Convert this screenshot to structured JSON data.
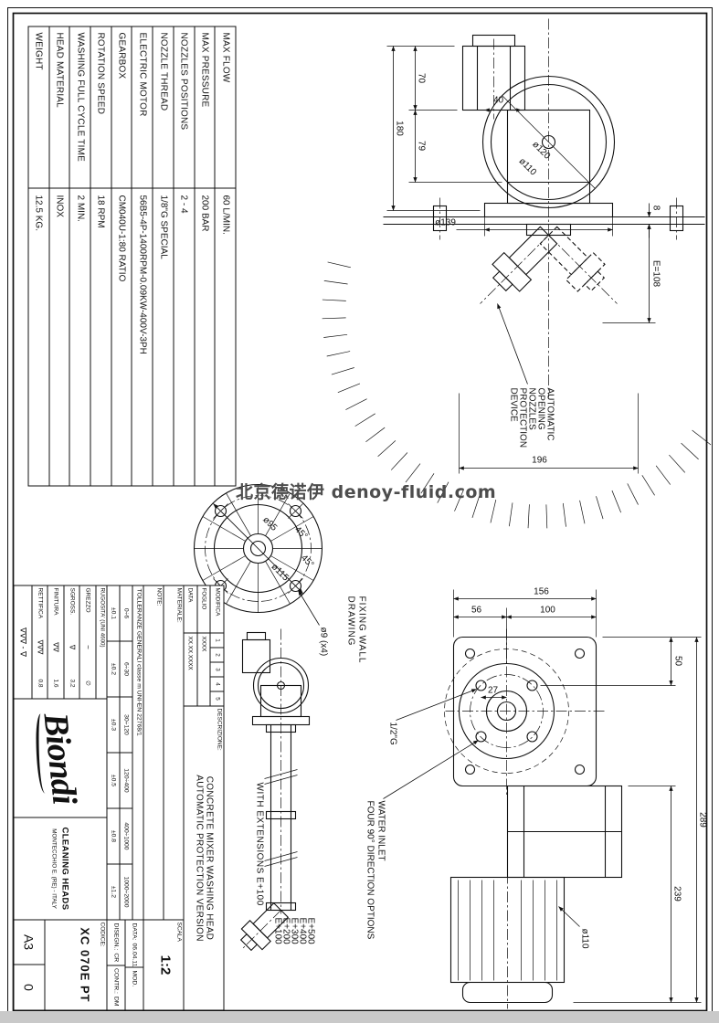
{
  "watermark": {
    "text": "北京德诺伊 denoy-fluid.com"
  },
  "spec_table": {
    "rows": [
      {
        "label": "MAX FLOW",
        "value": "60 L/MIN."
      },
      {
        "label": "MAX PRESSURE",
        "value": "200 BAR"
      },
      {
        "label": "NOZZLES POSITIONS",
        "value": "2 - 4"
      },
      {
        "label": "NOZZLE THREAD",
        "value": "1/8\"G SPECIAL"
      },
      {
        "label": "ELECTRIC MOTOR",
        "value": "56B5-4P-1400RPM-0.09KW-400V-3PH"
      },
      {
        "label": "GEARBOX",
        "value": "CM040U-1:80 RATIO"
      },
      {
        "label": "ROTATION SPEED",
        "value": "18 RPM"
      },
      {
        "label": "WASHING FULL CYCLE TIME",
        "value": "2 MIN."
      },
      {
        "label": "HEAD MATERIAL",
        "value": "INOX"
      },
      {
        "label": "WEIGHT",
        "value": "12.5 KG."
      }
    ]
  },
  "views": {
    "main": {
      "dims": {
        "d8": "8",
        "e108": "E=108",
        "d70": "70",
        "d79": "79",
        "d180": "180",
        "d40": "40",
        "d120": "ø120",
        "d110": "ø110",
        "d139": "ø139",
        "d196": "196"
      },
      "note": [
        "AUTOMATIC",
        "OPENING",
        "NOZZLES",
        "PROTECTION",
        "DEVICE"
      ]
    },
    "flange": {
      "dims": {
        "d95": "ø95",
        "d115": "ø115",
        "a1": "45°",
        "a2": "45°",
        "holes": "ø9 (x4)"
      },
      "label": [
        "FIXING WALL",
        "DRAWING"
      ]
    },
    "extensions": {
      "label": "WITH EXTENSIONS E+100",
      "options": [
        "E+500",
        "E+400",
        "E+300",
        "E+200",
        "E+100"
      ]
    },
    "rear": {
      "dims": {
        "d289": "289",
        "d239": "239",
        "d50": "50",
        "d156": "156",
        "d100": "100",
        "d56": "56",
        "d27": "27",
        "thread": "1/2\"G",
        "d110": "ø110"
      },
      "note": [
        "WATER INLET",
        "FOUR 90° DIRECTION OPTIONS"
      ]
    }
  },
  "title_block": {
    "revision": {
      "modifica": "MODIFICA",
      "foglio": "FOGLIO",
      "data": "DATA",
      "foglio_value": "XXXX",
      "data_value": "XX.XX.XXXX",
      "numbers": [
        "1",
        "2",
        "3",
        "4",
        "5"
      ]
    },
    "descrizione": {
      "label": "DESCRIZIONE:",
      "line1": "CONCRETE MIXER WASHING HEAD",
      "line2": "AUTOMATIC PROTECTION VERSION"
    },
    "materiale_label": "MATERIALE:",
    "note_label": "NOTE:",
    "tolerances": {
      "title": "TOLLERANZE GENERALI  classe m  UNI-EN 22768/1",
      "ranges": [
        "0÷6",
        "6÷30",
        "30÷120",
        "120÷400",
        "400÷1000",
        "1000÷2000"
      ],
      "values": [
        "±0.1",
        "±0.2",
        "±0.3",
        "±0.5",
        "±0.8",
        "±1.2"
      ]
    },
    "roughness": {
      "title": "RUGOSITA' (UNI 4600)",
      "rows": [
        {
          "name": "GREZZO",
          "mark": "~",
          "value": "∅"
        },
        {
          "name": "SGROSS.",
          "mark": "∇",
          "value": "3,2"
        },
        {
          "name": "FINITURA",
          "mark": "∇∇",
          "value": "1,6"
        },
        {
          "name": "RETTIFICA",
          "mark": "∇∇∇",
          "value": "0,8"
        }
      ],
      "corner": "∇∇∇ - ∇"
    },
    "logo": "Biondi",
    "company": {
      "line1": "CLEANING HEADS",
      "line2": "MONTECCHIO E. (RE) - ITALY"
    },
    "scala": {
      "label": "SCALA",
      "value": "1:2"
    },
    "data_row": {
      "label": "DATA:",
      "value": "06.04.11",
      "mod": "MOD."
    },
    "disegn_row": {
      "d_label": "DISEGN.:",
      "d_value": "CR",
      "c_label": "CONTR.:",
      "c_value": "DM"
    },
    "codice": {
      "label": "CODICE:",
      "value": "XC 070E PT",
      "format": "A3",
      "rev": "0"
    }
  }
}
